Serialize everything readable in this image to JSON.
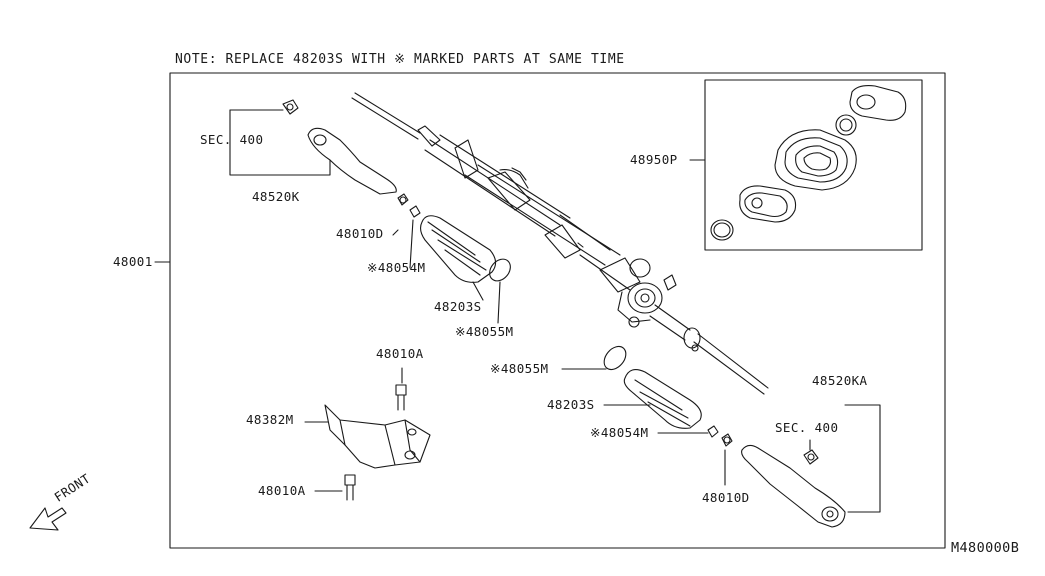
{
  "note": "NOTE: REPLACE 48203S WITH ※ MARKED PARTS AT SAME TIME",
  "diagram_id": "M480000B",
  "front_label": "FRONT",
  "labels": {
    "sec400_left": "SEC. 400",
    "p48520K": "48520K",
    "p48010D_left": "48010D",
    "p48054M_left": "※48054M",
    "p48203S_left": "48203S",
    "p48055M_left": "※48055M",
    "p48001": "48001",
    "p48950P": "48950P",
    "p48010A_top": "48010A",
    "p48382M": "48382M",
    "p48010A_bottom": "48010A",
    "p48055M_right": "※48055M",
    "p48203S_right": "48203S",
    "p48054M_right": "※48054M",
    "p48010D_right": "48010D",
    "p48520KA": "48520KA",
    "sec400_right": "SEC. 400"
  }
}
